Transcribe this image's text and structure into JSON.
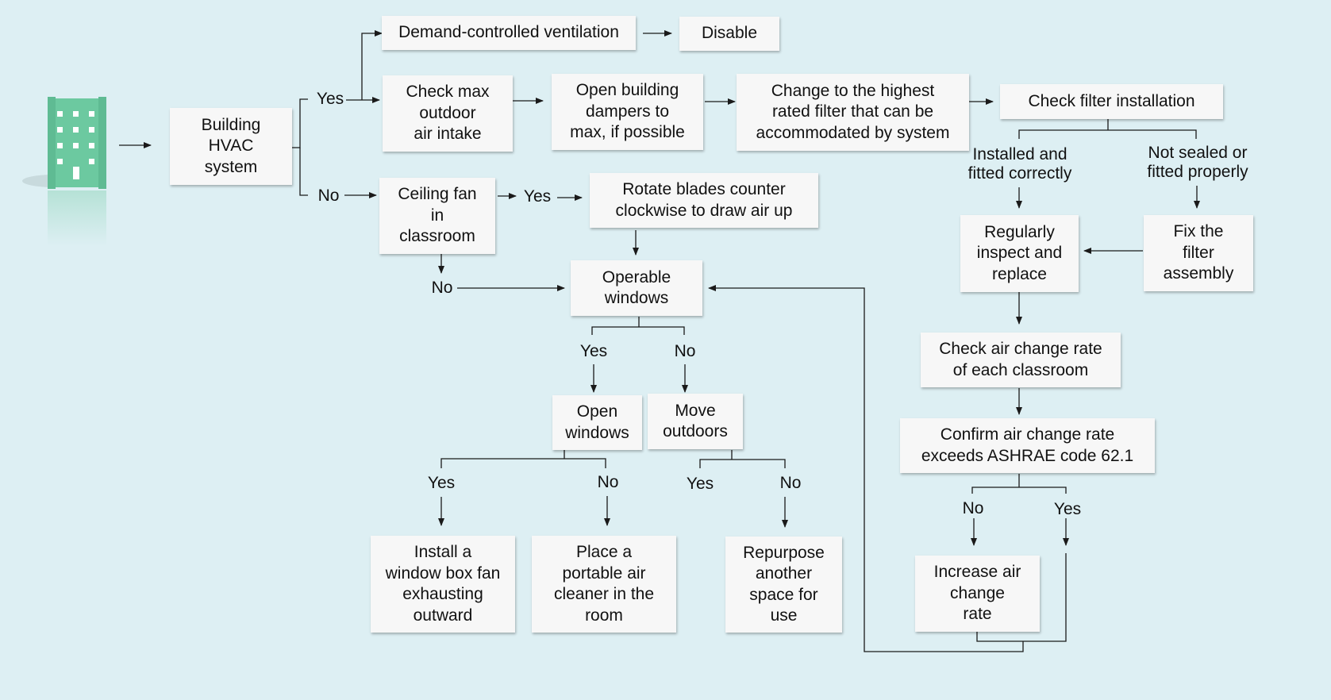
{
  "nodes": {
    "hvac": "Building\nHVAC\nsystem",
    "dcv": "Demand-controlled ventilation",
    "disable": "Disable",
    "check_max": "Check max\noutdoor\nair intake",
    "dampers": "Open building\ndampers to\nmax, if possible",
    "filter": "Change to the highest\nrated filter that can be\naccommodated by system",
    "filter_install": "Check filter installation",
    "ceiling_fan": "Ceiling fan\nin\nclassroom",
    "rotate": "Rotate blades counter\nclockwise to draw air up",
    "operable": "Operable\nwindows",
    "open_windows": "Open\nwindows",
    "move_outdoors": "Move\noutdoors",
    "box_fan": "Install a\nwindow box fan\nexhausting\noutward",
    "air_cleaner": "Place a\nportable air\ncleaner in the\nroom",
    "repurpose": "Repurpose\nanother\nspace for\nuse",
    "inspect": "Regularly\ninspect and\nreplace",
    "fix_filter": "Fix the\nfilter\nassembly",
    "ach_check": "Check air change rate\nof each classroom",
    "ach_confirm": "Confirm air change rate\nexceeds ASHRAE code 62.1",
    "increase": "Increase air\nchange\nrate"
  },
  "labels": {
    "hvac_yes": "Yes",
    "hvac_no": "No",
    "fan_yes": "Yes",
    "fan_no": "No",
    "installed_ok": "Installed and\nfitted correctly",
    "not_sealed": "Not sealed or\nfitted properly",
    "operable_yes": "Yes",
    "operable_no": "No",
    "open_yes": "Yes",
    "open_no": "No",
    "move_yes": "Yes",
    "move_no": "No",
    "confirm_no": "No",
    "confirm_yes": "Yes"
  },
  "colors": {
    "background": "#ddeff3",
    "box": "#f7f7f7",
    "line": "#1a1a1a",
    "building": "#6cc9a0",
    "building_window": "#ffffff"
  },
  "icons": {
    "building": "building-icon"
  }
}
